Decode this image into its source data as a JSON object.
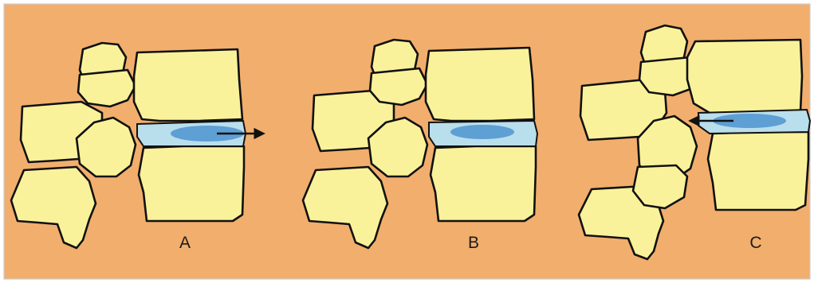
{
  "colors": {
    "background": "#F2AE6C",
    "bone": "#FAF29A",
    "disc_outer": "#B9DEEC",
    "disc_inner": "#5E9FD4",
    "outline": "#111111",
    "frame": "#cccccc"
  },
  "panels": [
    {
      "label": "A",
      "disc_shift": "posterior",
      "arrow_direction": "right"
    },
    {
      "label": "B",
      "disc_shift": "neutral",
      "arrow_direction": "none"
    },
    {
      "label": "C",
      "disc_shift": "anterior",
      "arrow_direction": "left"
    }
  ]
}
